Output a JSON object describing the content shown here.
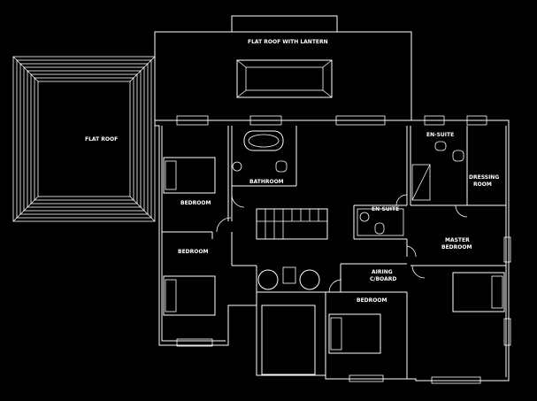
{
  "labels": {
    "flat_roof_lantern": "FLAT ROOF WITH LANTERN",
    "flat_roof": "FLAT ROOF",
    "bathroom": "BATHROOM",
    "en_suite_top": "EN-SUITE",
    "dressing_line1": "DRESSING",
    "dressing_line2": "ROOM",
    "bedroom_nw": "BEDROOM",
    "en_suite_mid": "EN-SUITE",
    "bedroom_w": "BEDROOM",
    "master_line1": "MASTER",
    "master_line2": "BEDROOM",
    "airing_line1": "AIRING",
    "airing_line2": "C/BOARD",
    "bedroom_s": "BEDROOM"
  },
  "colors": {
    "background": "#000000",
    "line": "#ffffff"
  }
}
